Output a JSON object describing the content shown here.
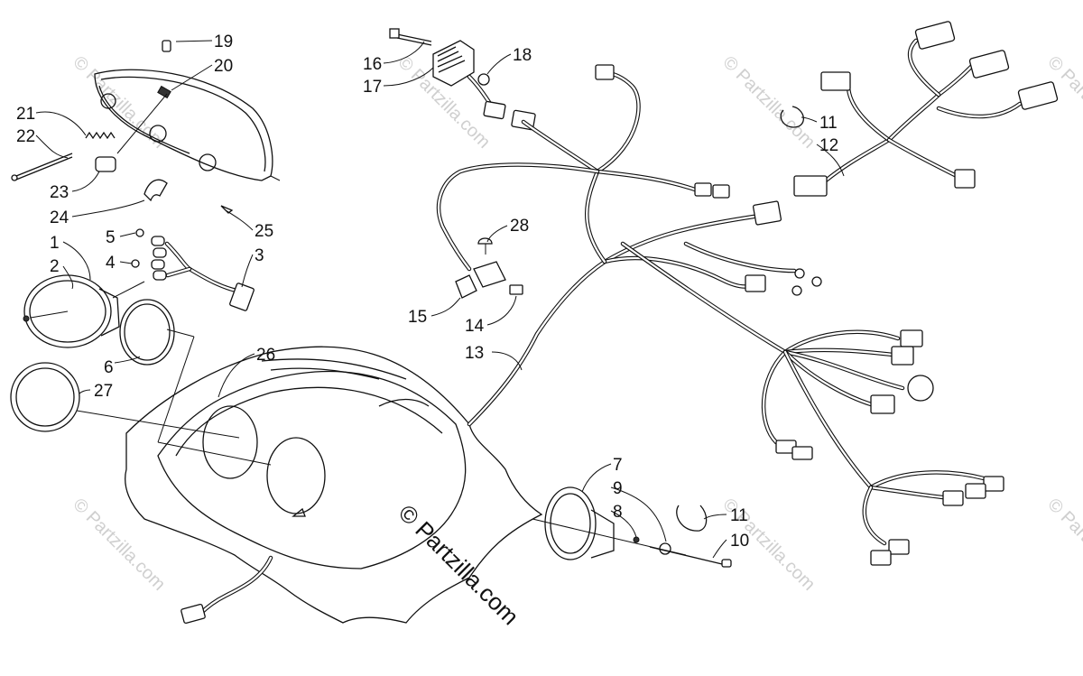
{
  "watermark": {
    "main_text": "© Partzilla.com",
    "faint_text": "© Partzilla.com"
  },
  "callouts": [
    {
      "id": "c19",
      "text": "19"
    },
    {
      "id": "c20",
      "text": "20"
    },
    {
      "id": "c21",
      "text": "21"
    },
    {
      "id": "c22",
      "text": "22"
    },
    {
      "id": "c23",
      "text": "23"
    },
    {
      "id": "c24",
      "text": "24"
    },
    {
      "id": "c25",
      "text": "25"
    },
    {
      "id": "c5",
      "text": "5"
    },
    {
      "id": "c4",
      "text": "4"
    },
    {
      "id": "c3",
      "text": "3"
    },
    {
      "id": "c1",
      "text": "1"
    },
    {
      "id": "c2",
      "text": "2"
    },
    {
      "id": "c6",
      "text": "6"
    },
    {
      "id": "c27",
      "text": "27"
    },
    {
      "id": "c26",
      "text": "26"
    },
    {
      "id": "c16",
      "text": "16"
    },
    {
      "id": "c17",
      "text": "17"
    },
    {
      "id": "c18",
      "text": "18"
    },
    {
      "id": "c28",
      "text": "28"
    },
    {
      "id": "c15",
      "text": "15"
    },
    {
      "id": "c14",
      "text": "14"
    },
    {
      "id": "c13",
      "text": "13"
    },
    {
      "id": "c11a",
      "text": "11"
    },
    {
      "id": "c12",
      "text": "12"
    },
    {
      "id": "c7",
      "text": "7"
    },
    {
      "id": "c9",
      "text": "9"
    },
    {
      "id": "c8",
      "text": "8"
    },
    {
      "id": "c11b",
      "text": "11"
    },
    {
      "id": "c10",
      "text": "10"
    }
  ]
}
